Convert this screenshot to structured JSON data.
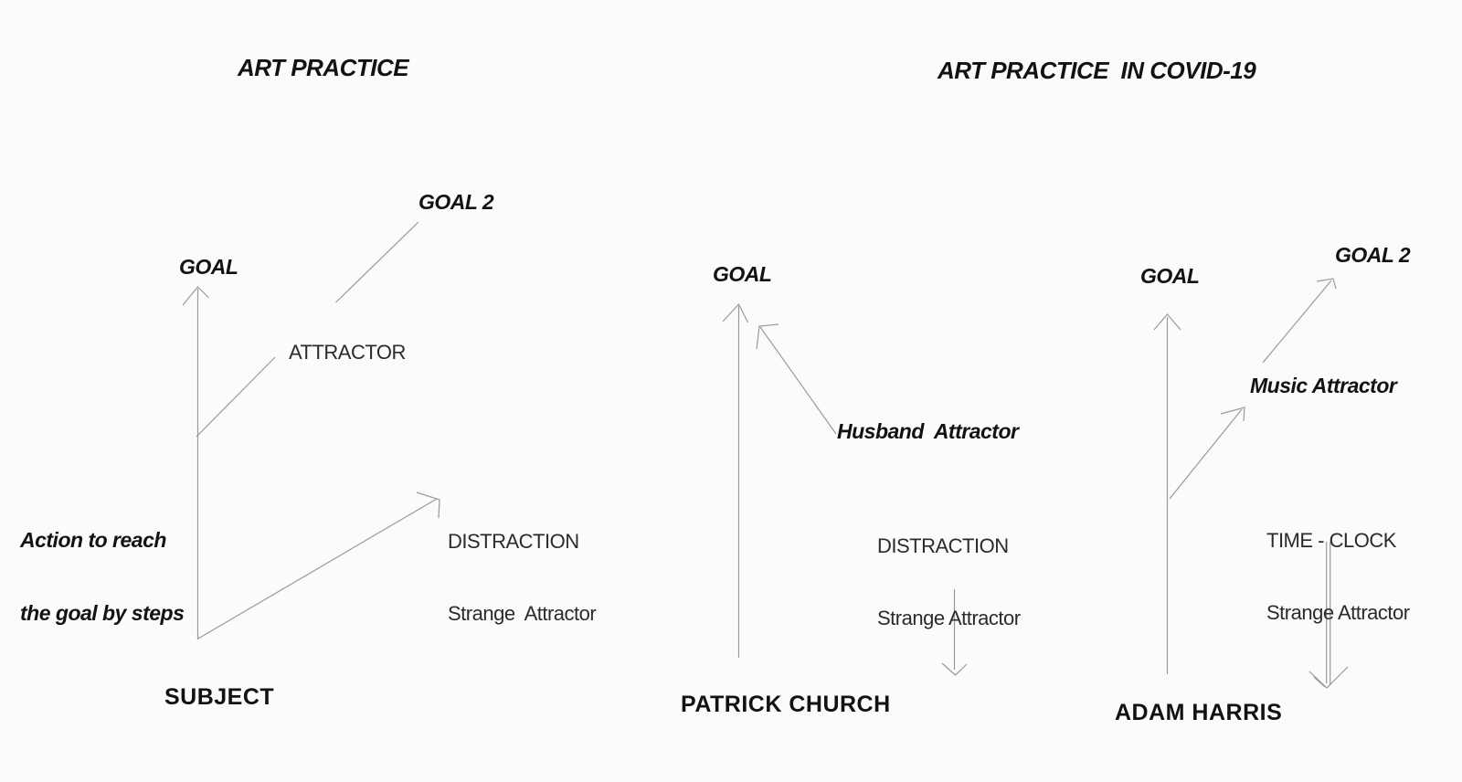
{
  "meta": {
    "background": "#fbfbfb",
    "line_color": "#999999",
    "text_color": "#121212"
  },
  "diagrams": {
    "left": {
      "title": "ART PRACTICE",
      "goal": "GOAL",
      "goal2": "GOAL 2",
      "attractor": "ATTRACTOR",
      "action_line1": "Action to reach",
      "action_line2": "the goal by steps",
      "distraction_line1": "DISTRACTION",
      "distraction_line2": "Strange  Attractor",
      "subject": "SUBJECT"
    },
    "middle": {
      "title": "ART PRACTICE  IN COVID-19",
      "goal": "GOAL",
      "attractor": "Husband  Attractor",
      "distraction_line1": "DISTRACTION",
      "distraction_line2": "Strange Attractor",
      "subject": "PATRICK CHURCH"
    },
    "right": {
      "goal": "GOAL",
      "goal2": "GOAL 2",
      "attractor": "Music Attractor",
      "distraction_line1": "TIME - CLOCK",
      "distraction_line2": "Strange Attractor",
      "subject": "ADAM HARRIS"
    }
  }
}
